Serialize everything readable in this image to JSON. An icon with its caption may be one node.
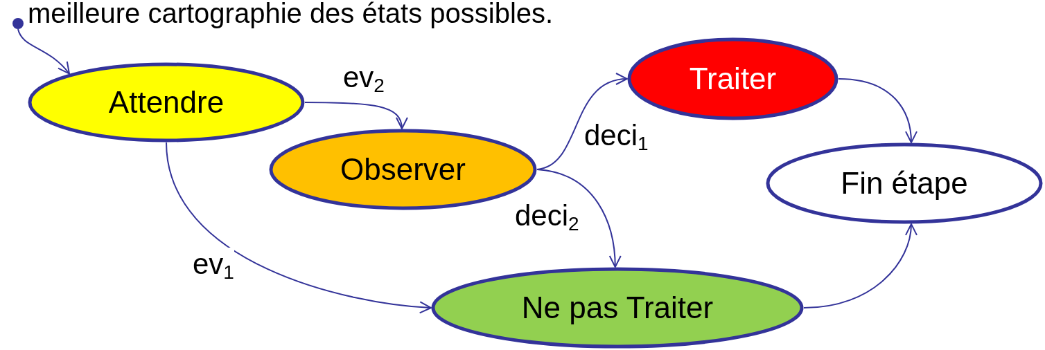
{
  "diagram": {
    "nodes": [
      {
        "text": [],
        "shape": "circle"
      },
      {
        "text": [
          "Attendre"
        ]
      },
      {
        "text": [
          "Observer"
        ]
      },
      {
        "text": [
          "Traiter"
        ]
      },
      {
        "text": [
          "Fin étape"
        ]
      },
      {
        "text": [
          "Ne pas Traiter"
        ]
      }
    ],
    "edges": [
      {
        "from": 0,
        "to": 1,
        "arrow": "to"
      },
      {
        "from": 1,
        "to": 2,
        "arrow": "to",
        "label": "ev$_{2}$"
      },
      {
        "from": 1,
        "to": 5,
        "arrow": "to",
        "label": "ev$_{1}$"
      },
      {
        "from": 2,
        "to": 3,
        "arrow": "to",
        "label": "deci$_{1}$"
      },
      {
        "from": 2,
        "to": 5,
        "arrow": "to",
        "label": "deci$_{2}$"
      },
      {
        "from": 3,
        "to": 4,
        "arrow": "to"
      },
      {
        "from": 5,
        "to": 4,
        "arrow": "to"
      }
    ],
    "labels": [
      "meilleure cartographie des états possibles."
    ]
  }
}
